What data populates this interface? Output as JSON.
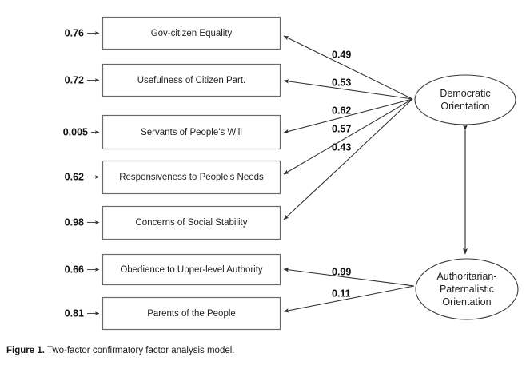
{
  "figure": {
    "caption_label": "Figure 1.",
    "caption_text": "Two-factor confirmatory factor analysis model."
  },
  "chart_data": {
    "type": "diagram",
    "title": "Two-factor confirmatory factor analysis model",
    "indicators": [
      {
        "label": "Gov-citizen Equality",
        "residual": "0.76",
        "loading": "0.49",
        "factor": "Democratic Orientation"
      },
      {
        "label": "Usefulness of Citizen Part.",
        "residual": "0.72",
        "loading": "0.53",
        "factor": "Democratic Orientation"
      },
      {
        "label": "Servants of People's Will",
        "residual": "0.005",
        "loading": "0.62",
        "factor": "Democratic Orientation"
      },
      {
        "label": "Responsiveness to People's Needs",
        "residual": "0.62",
        "loading": "0.57",
        "factor": "Democratic Orientation"
      },
      {
        "label": "Concerns of Social Stability",
        "residual": "0.98",
        "loading": "0.43",
        "factor": "Democratic Orientation"
      },
      {
        "label": "Obedience to Upper-level Authority",
        "residual": "0.66",
        "loading": "0.99",
        "factor": "Authoritarian-Paternalistic Orientation"
      },
      {
        "label": "Parents of the People",
        "residual": "0.81",
        "loading": "0.11",
        "factor": "Authoritarian-Paternalistic Orientation"
      }
    ],
    "factors": [
      {
        "id": "democratic",
        "lines": [
          "Democratic",
          "Orientation"
        ]
      },
      {
        "id": "authoritarian",
        "lines": [
          "Authoritarian-",
          "Paternalistic",
          "Orientation"
        ]
      }
    ],
    "factor_correlation": {
      "from": "Democratic Orientation",
      "to": "Authoritarian-Paternalistic Orientation",
      "double_headed": true,
      "value": ""
    },
    "colors": {
      "box_stroke": "#6a6a6a",
      "ellipse_stroke": "#3a3a3a",
      "path_stroke": "#2e2e2e",
      "text": "#1f1f1f",
      "background": "#ffffff"
    }
  }
}
